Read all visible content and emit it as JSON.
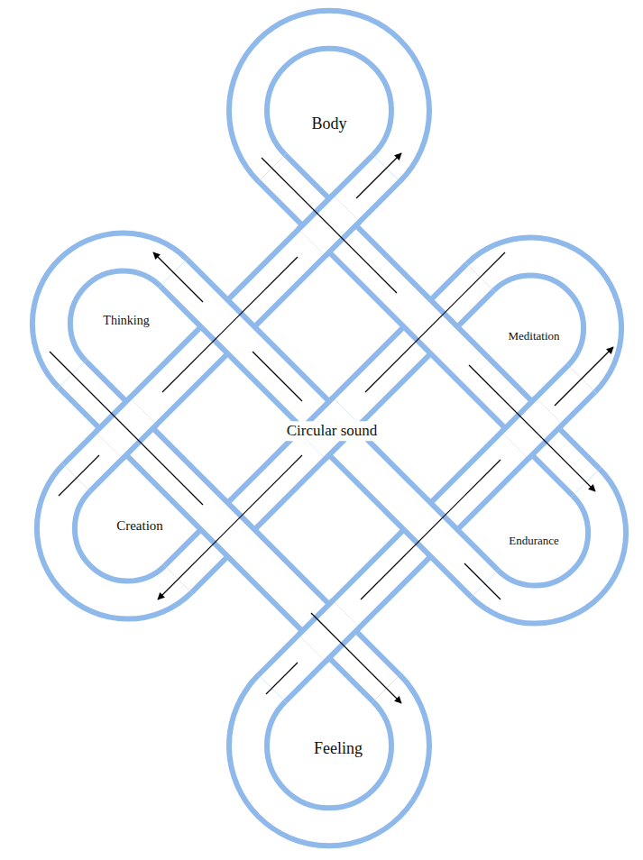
{
  "diagram": {
    "labels": [
      "Body",
      "Thinking",
      "Meditation",
      "Circular sound",
      "Creation",
      "Endurance",
      "Feeling"
    ]
  }
}
